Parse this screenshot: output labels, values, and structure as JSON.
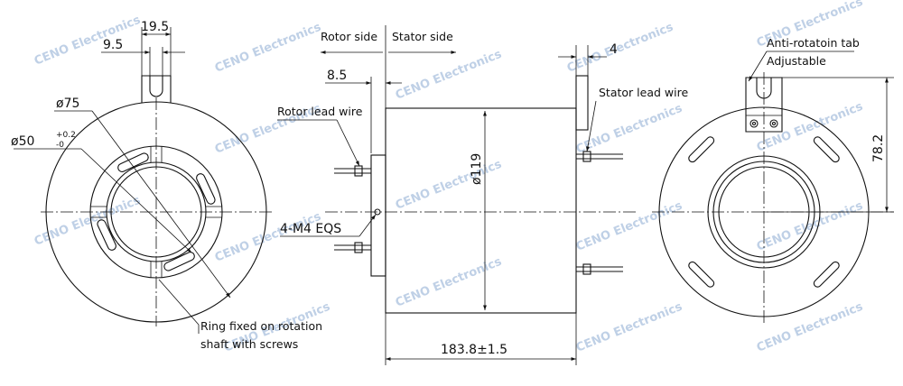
{
  "watermark": "CENO Electronics",
  "left_view": {
    "dim_width": "19.5",
    "dim_offset": "9.5",
    "dim_outer_dia": "ø75",
    "dim_bore_dia": "ø50",
    "tol_upper": "+0.2",
    "tol_lower": "-0",
    "note_line1": "Ring fixed on rotation",
    "note_line2": "shaft with screws"
  },
  "side_view": {
    "rotor_side": "Rotor side",
    "stator_side": "Stator side",
    "dim_flange": "8.5",
    "rotor_lead": "Rotor lead wire",
    "stator_lead": "Stator lead wire",
    "dim_tab": "4",
    "dim_body_dia": "ø119",
    "screws": "4-M4  EQS",
    "dim_length": "183.8±1.5"
  },
  "right_view": {
    "tab_label": "Anti-rotatoin tab",
    "adjustable": "Adjustable",
    "dim_height": "78.2"
  }
}
